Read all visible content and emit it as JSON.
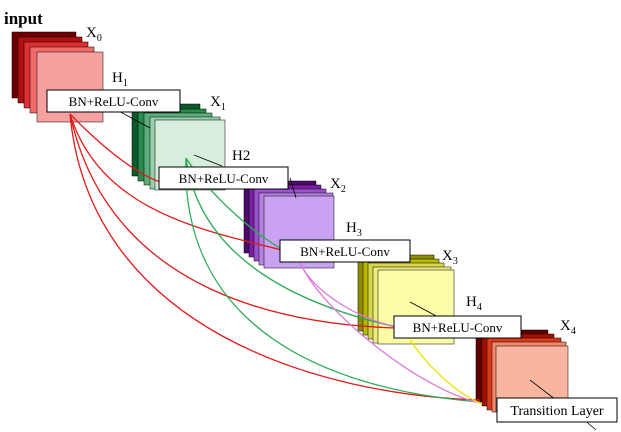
{
  "title": "input",
  "feature_maps": [
    {
      "label": "X",
      "sub": "0"
    },
    {
      "label": "X",
      "sub": "1"
    },
    {
      "label": "X",
      "sub": "2"
    },
    {
      "label": "X",
      "sub": "3"
    },
    {
      "label": "X",
      "sub": "4"
    }
  ],
  "layers": [
    {
      "label": "H",
      "sub": "1",
      "op": "BN+ReLU-Conv"
    },
    {
      "label": "H2",
      "sub": "",
      "op": "BN+ReLU-Conv"
    },
    {
      "label": "H",
      "sub": "3",
      "op": "BN+ReLU-Conv"
    },
    {
      "label": "H",
      "sub": "4",
      "op": "BN+ReLU-Conv"
    }
  ],
  "transition": "Transition Layer",
  "colors": {
    "block0": [
      "#6e0000",
      "#b01010",
      "#e03030",
      "#f06a6a",
      "#f7a0a0"
    ],
    "block1": [
      "#0c5a2a",
      "#2a8a4e",
      "#5cae7c",
      "#98d0ad",
      "#d8eedd"
    ],
    "block2": [
      "#4a0a6a",
      "#7a1ea6",
      "#9a52cc",
      "#b682e2",
      "#c9a2f2"
    ],
    "block3": [
      "#8e8e00",
      "#b8b800",
      "#d6d64a",
      "#ecec7e",
      "#fbfba8"
    ],
    "block4": [
      "#5c0000",
      "#a41000",
      "#d83a1a",
      "#f2886a",
      "#f8b6a0"
    ],
    "edge_red": "#e31a1a",
    "edge_green": "#2bab55",
    "edge_violet": "#dd77dd",
    "edge_yellow": "#e6e600"
  }
}
